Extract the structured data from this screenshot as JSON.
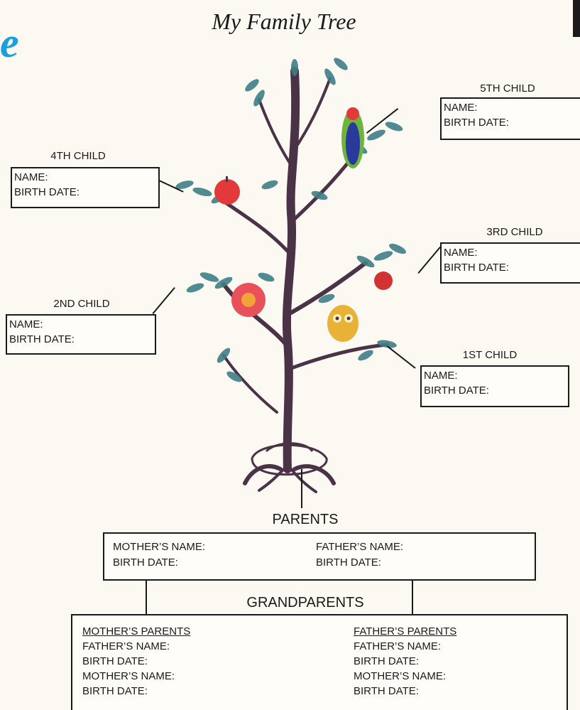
{
  "logo_letter": "e",
  "title": "My Family Tree",
  "children": [
    {
      "heading": "5TH CHILD",
      "name_label": "NAME:",
      "birth_label": "BIRTH DATE:"
    },
    {
      "heading": "4TH CHILD",
      "name_label": "NAME:",
      "birth_label": "BIRTH DATE:"
    },
    {
      "heading": "3RD CHILD",
      "name_label": "NAME:",
      "birth_label": "BIRTH DATE:"
    },
    {
      "heading": "2ND CHILD",
      "name_label": "NAME:",
      "birth_label": "BIRTH DATE:"
    },
    {
      "heading": "1ST CHILD",
      "name_label": "NAME:",
      "birth_label": "BIRTH DATE:"
    }
  ],
  "parents": {
    "heading": "PARENTS",
    "mother_name_label": "MOTHER’S NAME:",
    "mother_birth_label": "BIRTH DATE:",
    "father_name_label": "FATHER’S NAME:",
    "father_birth_label": "BIRTH DATE:"
  },
  "grandparents": {
    "heading": "GRANDPARENTS",
    "maternal": {
      "heading": "MOTHER’S PARENTS",
      "father_name_label": "FATHER’S NAME:",
      "father_birth_label": "BIRTH DATE:",
      "mother_name_label": "MOTHER’S NAME:",
      "mother_birth_label": "BIRTH DATE:"
    },
    "paternal": {
      "heading": "FATHER’S PARENTS",
      "father_name_label": "FATHER’S NAME:",
      "father_birth_label": "BIRTH DATE:",
      "mother_name_label": "MOTHER’S NAME:",
      "mother_birth_label": "BIRTH DATE:"
    }
  },
  "colors": {
    "trunk": "#4a3347",
    "leaf": "#3f7f86",
    "apple": "#e23a3a",
    "rose": "#e8505a",
    "owl": "#e8b236",
    "parrot_green": "#6cb43c",
    "parrot_blue": "#2a3a9c",
    "logo": "#1aa0dc"
  }
}
